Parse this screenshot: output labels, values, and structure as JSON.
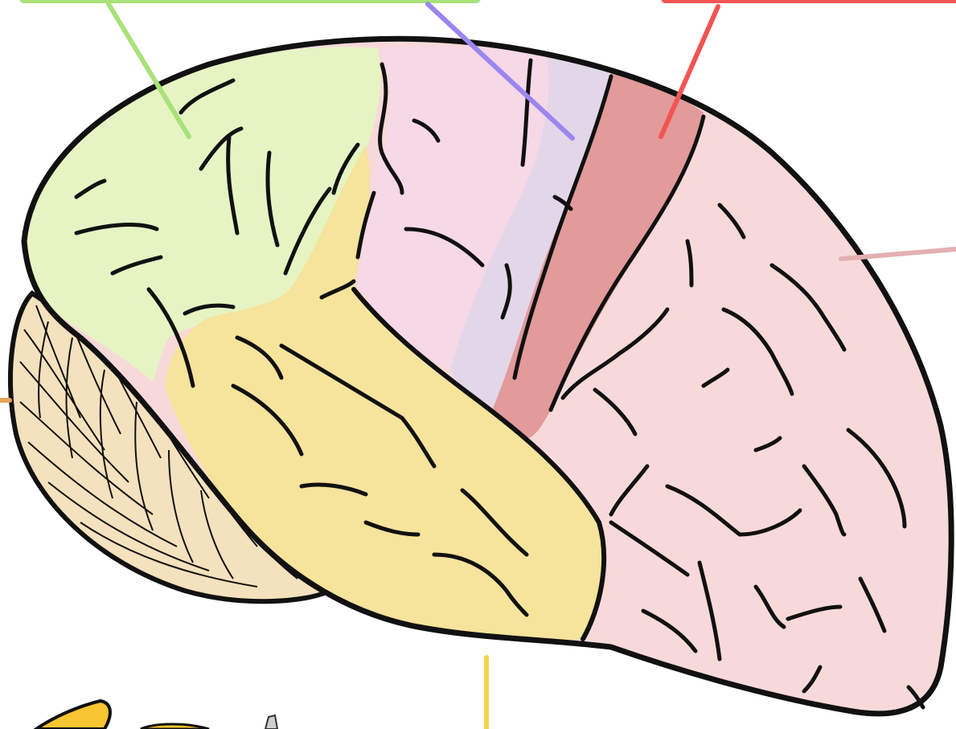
{
  "diagram": {
    "type": "brain-lateral-view",
    "regions": [
      {
        "id": "occipital",
        "color": "#e6f4c3"
      },
      {
        "id": "parietal-somatosensory-association",
        "color": "#f6d8e6"
      },
      {
        "id": "primary-somatosensory",
        "color": "#e3d6e8"
      },
      {
        "id": "primary-motor",
        "color": "#e29a9a"
      },
      {
        "id": "frontal",
        "color": "#f8d9da"
      },
      {
        "id": "temporal",
        "color": "#f6e39c"
      },
      {
        "id": "cerebellum",
        "color": "#f4e1bd"
      }
    ],
    "leader_colors": {
      "occipital": "#a9e27a",
      "somatosensory": "#9b86f0",
      "motor": "#f25454",
      "frontal": "#e3b0b2",
      "temporal": "#f5d44e",
      "cerebellum": "#e8a25a"
    },
    "labels": []
  }
}
